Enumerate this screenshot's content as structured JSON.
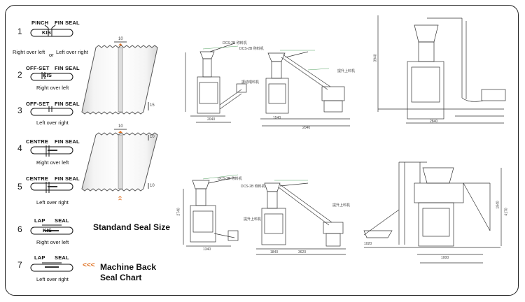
{
  "seal_types": [
    {
      "number": "1",
      "label_left": "PINCH",
      "label_right": "FIN SEAL",
      "inner": "KIS",
      "caption_left": "Right over left",
      "caption_mid": "or",
      "caption_right": "Left over right"
    },
    {
      "number": "2",
      "label_left": "OFF-SET",
      "label_right": "FIN SEAL",
      "inner": "KIS",
      "caption": "Right over left"
    },
    {
      "number": "3",
      "label_left": "OFF-SET",
      "label_right": "FIN SEAL",
      "inner": "",
      "caption": "Left over right"
    },
    {
      "number": "4",
      "label_left": "CENTRE",
      "label_right": "FIN SEAL",
      "inner": "",
      "caption": "Right over left"
    },
    {
      "number": "5",
      "label_left": "CENTRE",
      "label_right": "FIN SEAL",
      "inner": "",
      "caption": "Left over right"
    },
    {
      "number": "6",
      "label_left": "LAP",
      "label_right": "SEAL",
      "inner": "KIS",
      "caption": "Right over left"
    },
    {
      "number": "7",
      "label_left": "LAP",
      "label_right": "SEAL",
      "inner": "",
      "caption": "Left over right"
    }
  ],
  "seal_size_title": "Standand Seal Size",
  "back_seal_title_line1": "Machine Back",
  "back_seal_title_line2": "Seal Chart",
  "back_seal_arrows": "<<<",
  "dimension_marks": {
    "top_a": "10",
    "top_b": "10",
    "side_a": "15",
    "side_b": "10",
    "side_c": "10"
  },
  "drawing_notes": {
    "note_a": "DCS-2B 称料机",
    "note_b": "DCS-2B 称料机",
    "note_c": "提升上料机",
    "note_d": "振动喂料机",
    "note_e": "DCS-2B 称料机",
    "note_f": "DCS-2B 称料机",
    "note_g": "提升上料机",
    "note_h": "提升上料机",
    "dim_a": "2040",
    "dim_b": "1540",
    "dim_c": "2040",
    "dim_d": "3940",
    "dim_e": "2840",
    "dim_f": "1340",
    "dim_g": "2740",
    "dim_h": "1840",
    "dim_i": "3620",
    "dim_j": "1020",
    "dim_k": "1000",
    "dim_l": "1840",
    "dim_m": "4170"
  }
}
